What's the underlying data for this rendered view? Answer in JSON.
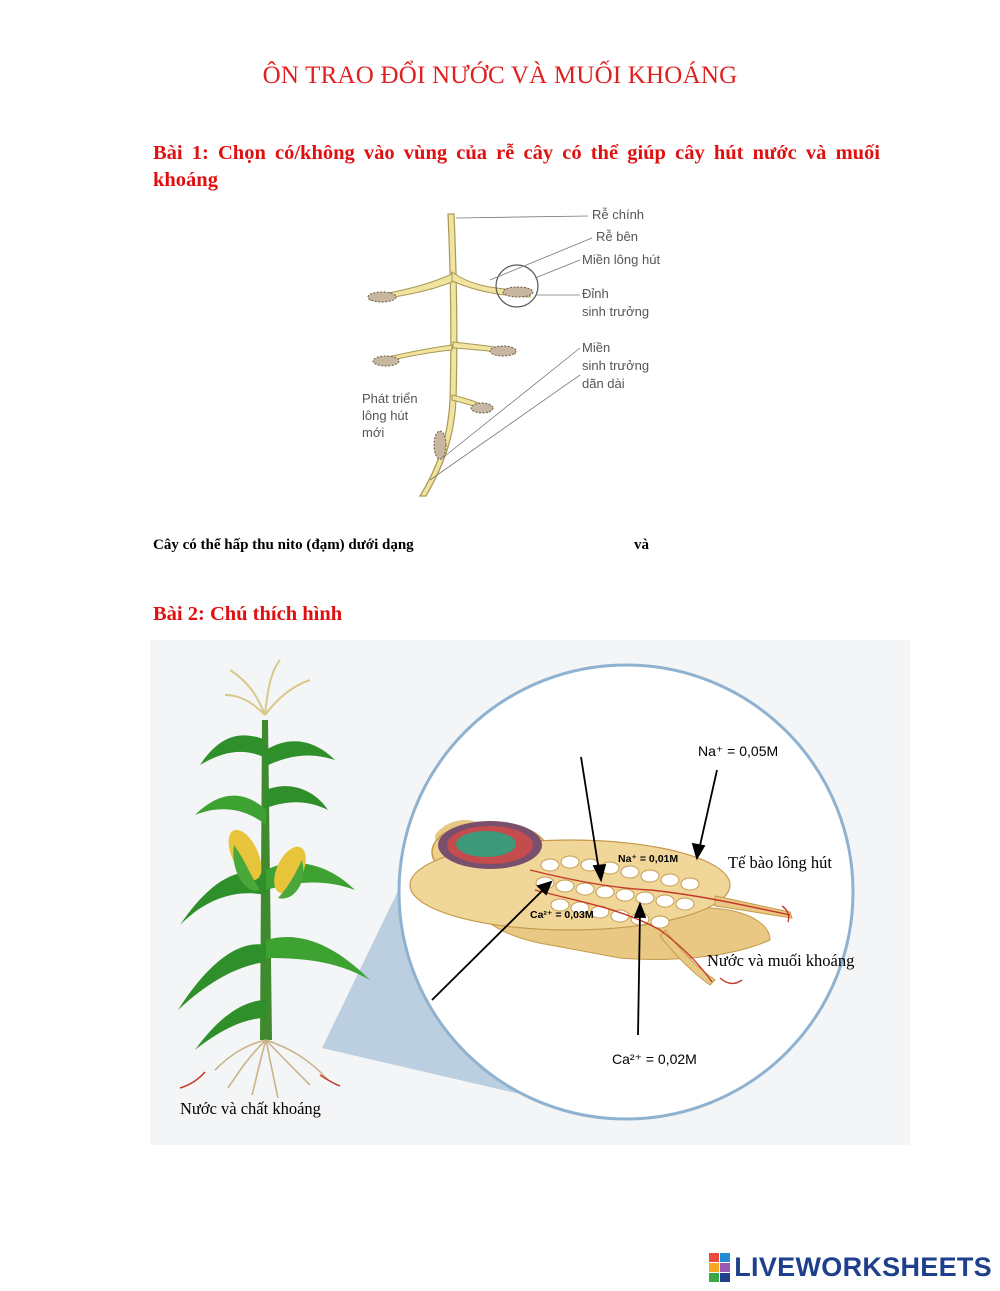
{
  "title": "ÔN TRAO ĐỔI NƯỚC VÀ MUỐI KHOÁNG",
  "exercise1": {
    "heading": "Bài 1: Chọn có/không vào vùng của rễ cây có thể giúp cây hút nước và muối khoáng",
    "diagram_labels": {
      "main_root": "Rễ chính",
      "lateral_root": "Rễ bên",
      "root_hair_zone_1": "Miền lông hút",
      "growth_tip_1": "Đỉnh",
      "growth_tip_2": "sinh trưởng",
      "elongation_1": "Miền",
      "elongation_2": "sinh trưởng",
      "elongation_3": "dãn dài",
      "new_hair_1": "Phát triển",
      "new_hair_2": "lông hút",
      "new_hair_3": "mới"
    },
    "question": "Cây có thể hấp thu nito (đạm) dưới dạng",
    "question_and": "và"
  },
  "exercise2": {
    "heading": "Bài 2: Chú thích hình",
    "labels": {
      "na_outside": "Na⁺ = 0,05M",
      "na_inside": "Na⁺ = 0,01M",
      "ca_inside": "Ca²⁺ = 0,03M",
      "ca_outside": "Ca²⁺ = 0,02M",
      "root_hair_cell": "Tế bào lông hút",
      "water_minerals": "Nước và muối khoáng",
      "water_minerals_soil": "Nước và chất khoáng"
    }
  },
  "brand": {
    "text": "LIVEWORKSHEETS"
  },
  "colors": {
    "title_red": "#e02020",
    "root_yellow": "#f1e3a0",
    "circle_border": "#8fb2d0",
    "brand_blue": "#1e3f8c"
  }
}
